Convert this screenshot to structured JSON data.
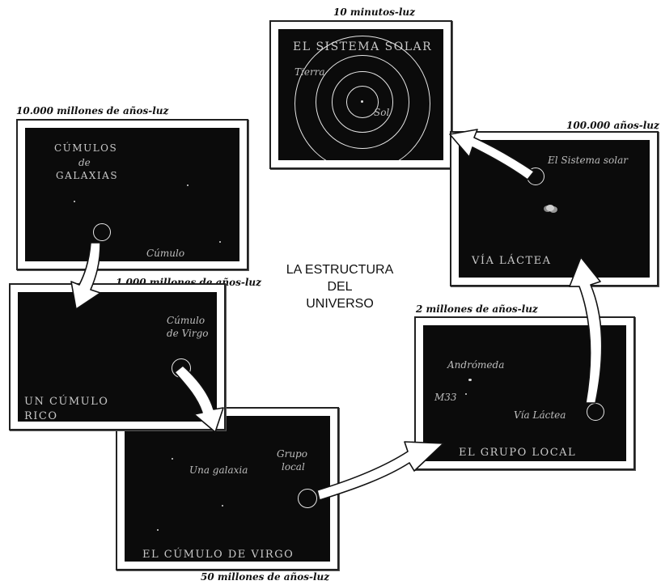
{
  "title": {
    "line1": "LA ESTRUCTURA",
    "line2": "DEL",
    "line3": "UNIVERSO"
  },
  "panels": {
    "solar": {
      "scale": "10 minutos-luz",
      "heading": "EL SISTEMA SOLAR",
      "labels": {
        "tierra": "Tierra",
        "sol": "Sol"
      }
    },
    "via_lactea": {
      "scale": "100.000 años-luz",
      "heading": "VÍA LÁCTEA",
      "labels": {
        "sistema_solar": "El Sistema solar"
      }
    },
    "grupo_local": {
      "scale": "2 millones de años-luz",
      "heading": "EL GRUPO LOCAL",
      "labels": {
        "andromeda": "Andrómeda",
        "m33": "M33",
        "via_lactea": "Vía Láctea"
      }
    },
    "cumulo_virgo": {
      "scale": "50 millones de años-luz",
      "heading": "EL CÚMULO DE VIRGO",
      "labels": {
        "una_galaxia": "Una galaxia",
        "grupo": "Grupo",
        "local": "local"
      }
    },
    "cumulo_rico": {
      "scale": "1.000 millones de años-luz",
      "heading_line1": "UN CÚMULO",
      "heading_line2": "RICO",
      "labels": {
        "cumulo": "Cúmulo",
        "de_virgo": "de Virgo"
      }
    },
    "cumulos_galaxias": {
      "scale": "10.000 millones de años-luz",
      "heading_line1": "CÚMULOS",
      "heading_line2": "de",
      "heading_line3": "GALAXIAS",
      "labels": {
        "cumulo": "Cúmulo"
      }
    }
  },
  "colors": {
    "screen": "#0b0b0b",
    "ink": "#111111",
    "label": "#c9c9c9"
  }
}
